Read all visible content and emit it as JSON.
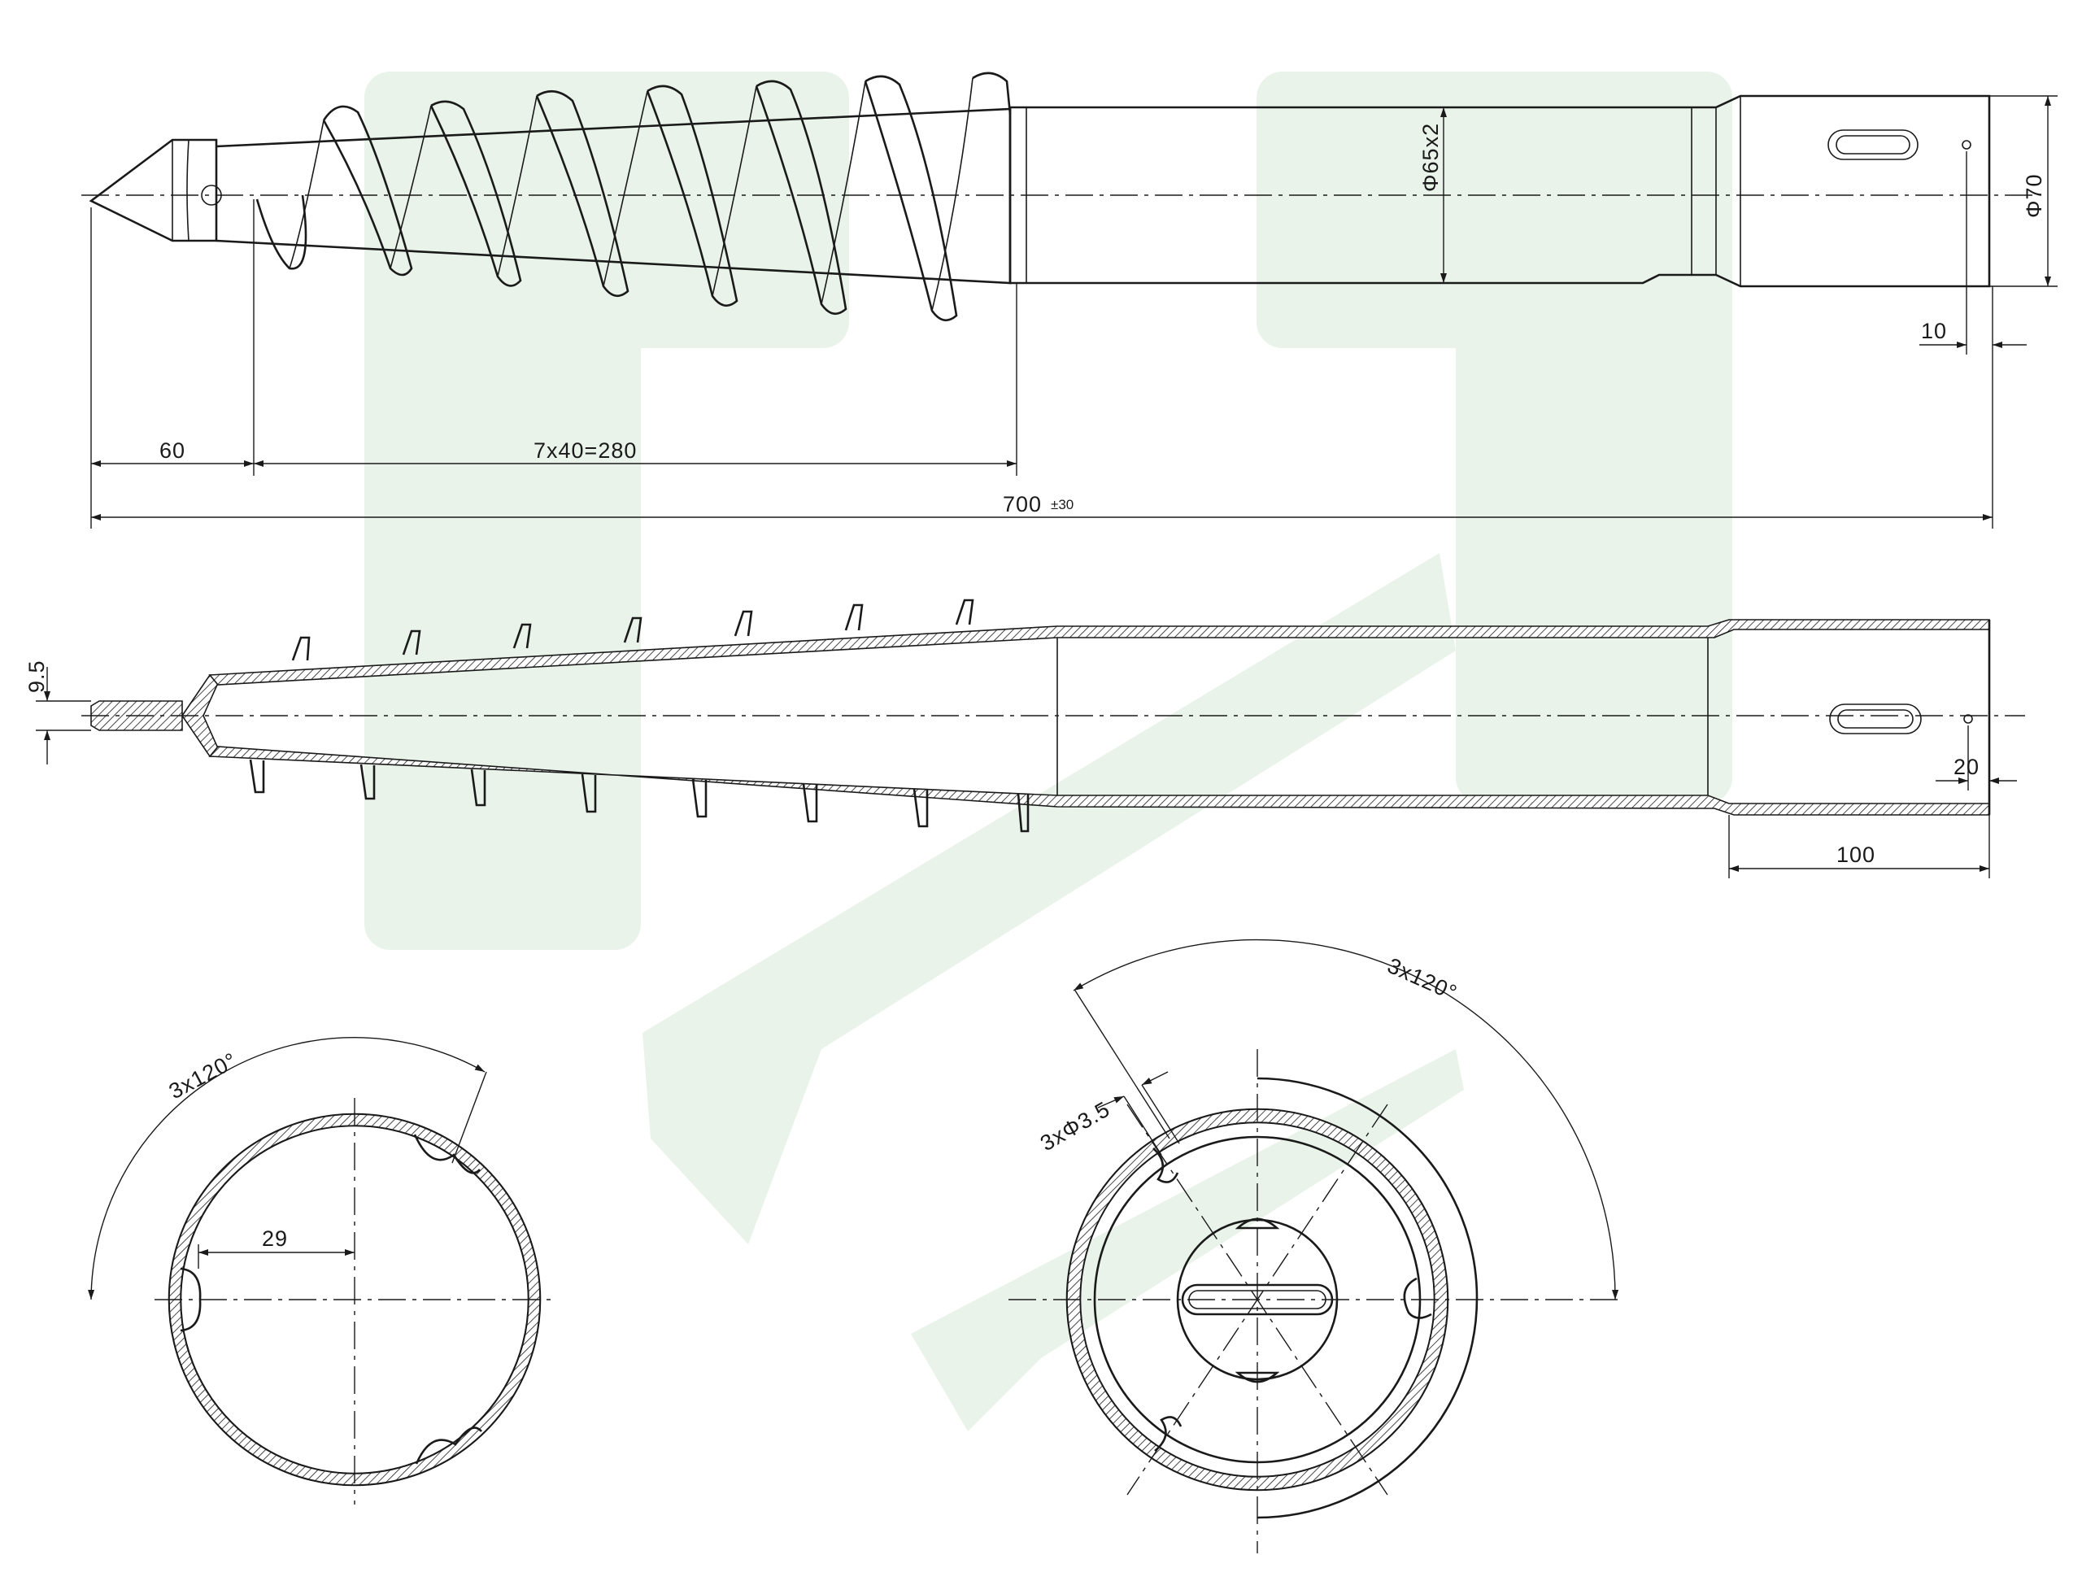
{
  "dimensions": {
    "tip_length": "60",
    "helix_pitch": "7x40=280",
    "total_length": "700",
    "total_length_tolerance": "±30",
    "tube_section": "Φ65x2",
    "head_diameter": "Φ70",
    "slot_offset_top": "10",
    "tip_width": "9.5",
    "slot_offset_side": "20",
    "head_length": "100",
    "left_angle": "3x120°",
    "left_width": "29",
    "right_angle": "3x120°",
    "hole_spec": "3xΦ3.5"
  },
  "colors": {
    "line": "#1a1a1a",
    "watermark": "#e9f3ea",
    "background": "#ffffff"
  }
}
